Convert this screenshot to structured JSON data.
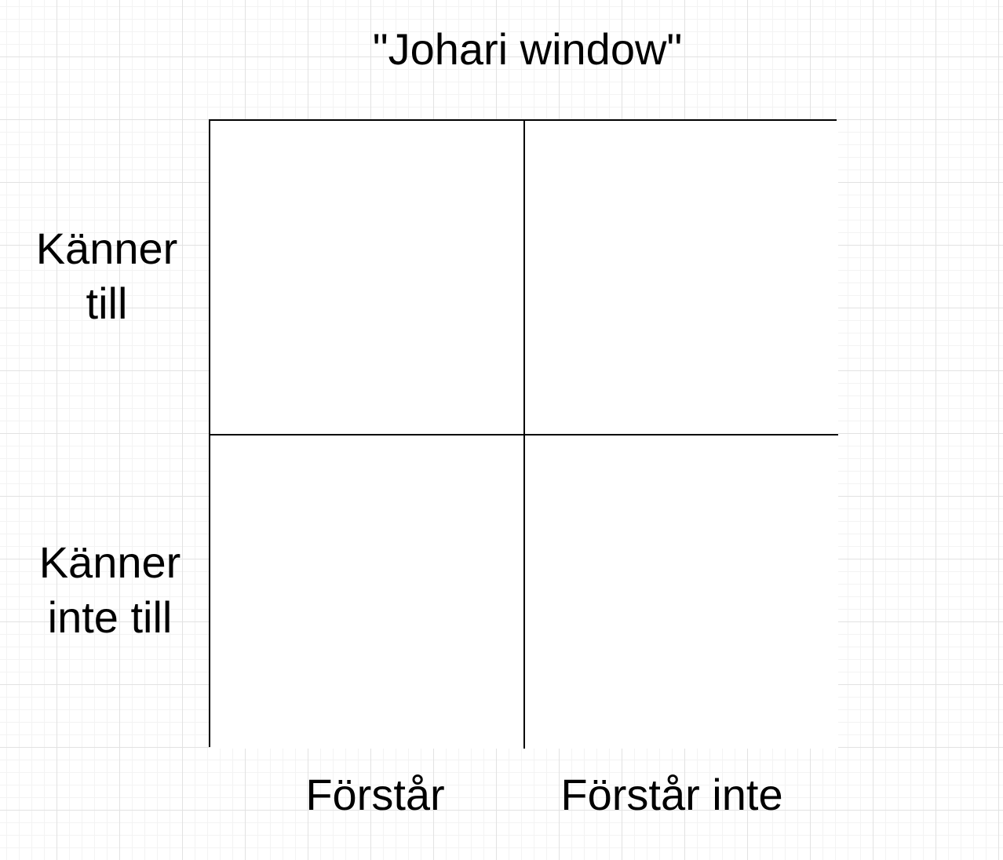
{
  "diagram": {
    "title": "\"Johari window\"",
    "rows": [
      {
        "line1": "Känner",
        "line2": "till"
      },
      {
        "line1": "Känner",
        "line2": "inte till"
      }
    ],
    "columns": [
      "Förstår",
      "Förstår inte"
    ]
  }
}
